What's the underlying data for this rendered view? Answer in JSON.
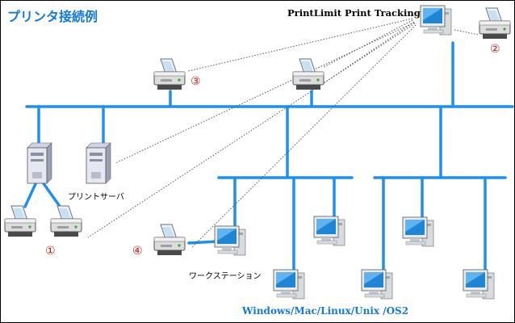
{
  "title": "プリンタ接続例",
  "printlimit_label": "PrintLimit Print Tracking",
  "print_server_label": "プリントサーバ",
  "workstation_label": "ワークステーション",
  "os_label": "Windows/Mac/Linux/Unix /OS2",
  "markers": {
    "m1": "①",
    "m2": "②",
    "m3": "③",
    "m4": "④"
  },
  "colors": {
    "network": "#1e8ff0",
    "title": "#1479d8",
    "marker": "#d01010"
  }
}
